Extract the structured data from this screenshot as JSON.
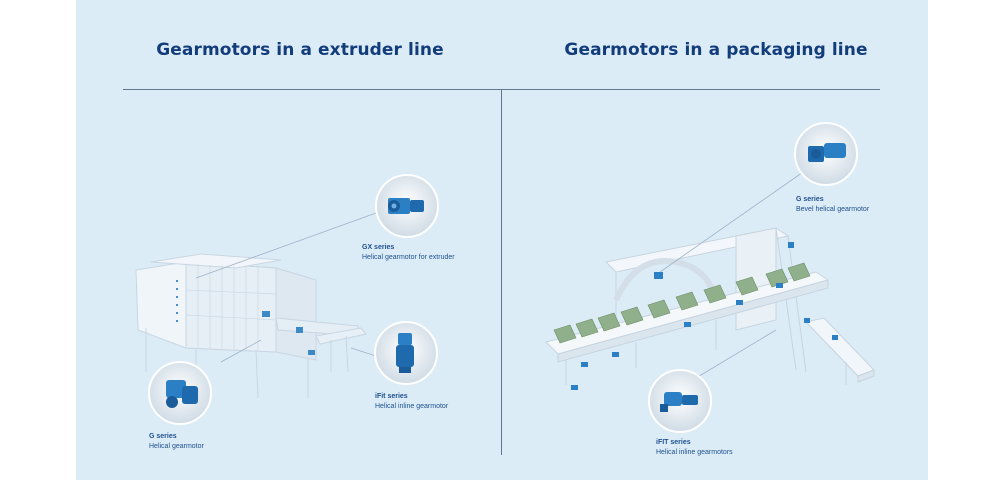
{
  "headings": {
    "left": "Gearmotors in a extruder line",
    "right": "Gearmotors in a packaging line"
  },
  "callouts": {
    "gx": {
      "series": "GX series",
      "desc": "Helical gearmotor for extruder",
      "icon": "gear-motor-icon"
    },
    "ifit_left": {
      "series": "iFit series",
      "desc": "Helical inline gearmotor",
      "icon": "inline-gearmotor-icon"
    },
    "g_left": {
      "series": "G series",
      "desc": "Helical gearmotor",
      "icon": "gearmotor-icon"
    },
    "g_right": {
      "series": "G series",
      "desc": "Bevel helical gearmotor",
      "icon": "bevel-gearmotor-icon"
    },
    "ifit_right": {
      "series": "iFIT series",
      "desc": "Helical inline gearmotors",
      "icon": "inline-gearmotor-icon"
    }
  },
  "colors": {
    "background": "#dcecf7",
    "heading": "#123c7a",
    "label": "#1d4f8f",
    "motor": "#2b7fc4"
  }
}
